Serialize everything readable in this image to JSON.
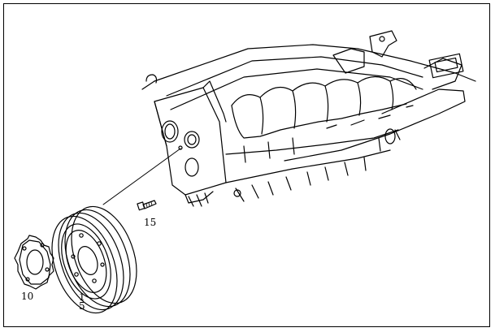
{
  "figure": {
    "callouts": {
      "belt_pulley_top": "1",
      "belt_pulley_bottom": "5",
      "spacer_disc": "10",
      "bolt": "15"
    },
    "colors": {
      "line": "#000000",
      "background": "#ffffff"
    }
  }
}
